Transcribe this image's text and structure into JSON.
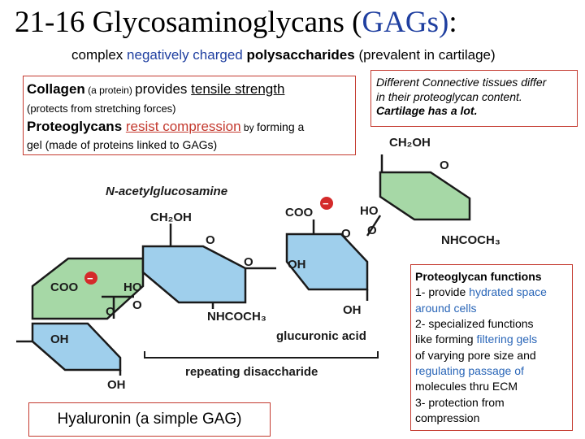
{
  "title": {
    "main": "21-16 Glycosaminoglycans (",
    "gags": "GAGs)",
    "colon": ":"
  },
  "subtitle": {
    "part1": "complex ",
    "part2": "negatively charged",
    "part3": " ",
    "part4": "polysaccharides",
    "part5": "  (prevalent in cartilage)"
  },
  "box1": {
    "collagen": "Collagen",
    "a_protein": " (a protein) ",
    "provides": "provides ",
    "tensile": "tensile strength",
    "line2": "(protects from stretching forces)",
    "proteoglycans": "Proteoglycans ",
    "resist": "resist compression",
    "by": " by ",
    "forming": "forming a",
    "line4": "gel (made of proteins linked to GAGs)"
  },
  "box2": {
    "line1": "Different Connective tissues differ",
    "line2": "in their proteoglycan content.",
    "line3": "Cartilage has a lot."
  },
  "box3": {
    "title": "Proteoglycan functions",
    "l1a": "1- provide ",
    "l1b": "hydrated space",
    "l1c": "around cells",
    "l2a": "2- specialized functions",
    "l2b": "like forming ",
    "l2c": "filtering gels",
    "l2d": "of varying pore size and",
    "l2e": "regulating passage of",
    "l2f": "molecules thru ECM",
    "l3a": "3- protection from",
    "l3b": "compression"
  },
  "box4": {
    "label": "Hyaluronin (a simple GAG)"
  },
  "diagram": {
    "nacetyl": "N-acetylglucosamine",
    "glucuronic": "glucuronic acid",
    "repeating": "repeating disaccharide",
    "ch2oh": "CH₂OH",
    "coo": "COO",
    "o": "O",
    "oh": "OH",
    "ho": "HO",
    "nhcoch3": "NHCOCH₃",
    "minus": "−"
  },
  "colors": {
    "ring_blue": "#9fcfec",
    "ring_green": "#a6d8a6",
    "outline_red": "#c43a2f",
    "text_blue": "#1f3fa0",
    "minus_red": "#d42a2a"
  }
}
